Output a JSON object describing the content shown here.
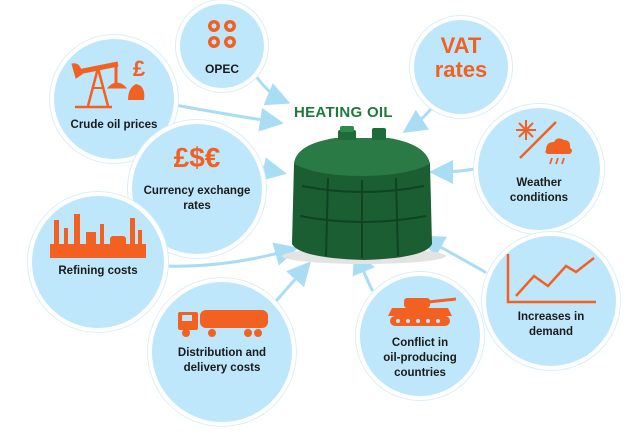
{
  "title": "HEATING OIL",
  "colors": {
    "accent": "#f26122",
    "circle_fill": "#bfe7fb",
    "arrow": "#a9ddf4",
    "tank": "#1b5e32",
    "title": "#1e7a3a"
  },
  "factors": {
    "crude": {
      "label": "Crude oil prices",
      "icon": "oil-pump-pound-icon",
      "symbol": "£"
    },
    "opec": {
      "label": "OPEC",
      "icon": "opec-logo-icon"
    },
    "vat": {
      "label": "VAT\nrates",
      "icon": "none"
    },
    "currency": {
      "label": "Currency exchange\nrates",
      "symbol": "£$€"
    },
    "weather": {
      "label": "Weather\nconditions",
      "icon": "snow-rain-icon"
    },
    "refining": {
      "label": "Refining costs",
      "icon": "refinery-icon"
    },
    "distribution": {
      "label": "Distribution and\ndelivery costs",
      "icon": "tanker-truck-icon"
    },
    "conflict": {
      "label": "Conflict in\noil-producing\ncountries",
      "icon": "tank-icon"
    },
    "demand": {
      "label": "Increases in\ndemand",
      "icon": "line-chart-icon"
    }
  }
}
